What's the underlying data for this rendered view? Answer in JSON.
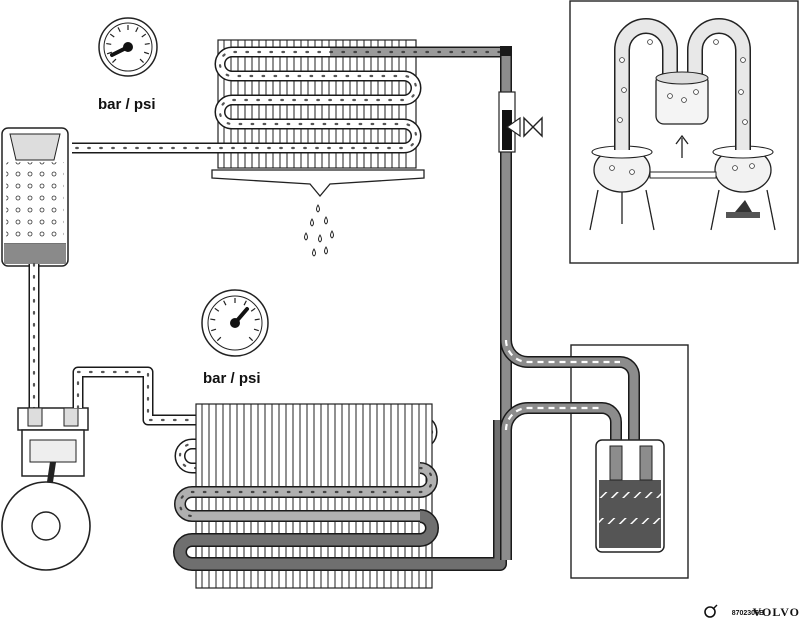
{
  "gauges": {
    "upper_label": "bar / psi",
    "lower_label": "bar / psi"
  },
  "footer": {
    "figure_code": "8702306B",
    "brand": "VOLVO"
  },
  "colors": {
    "line": "#1a1a1a",
    "pipe_dark": "#6f6f6f",
    "pipe_mid": "#9a9a9a",
    "pipe_light": "#c9c9c9",
    "background": "#ffffff"
  }
}
